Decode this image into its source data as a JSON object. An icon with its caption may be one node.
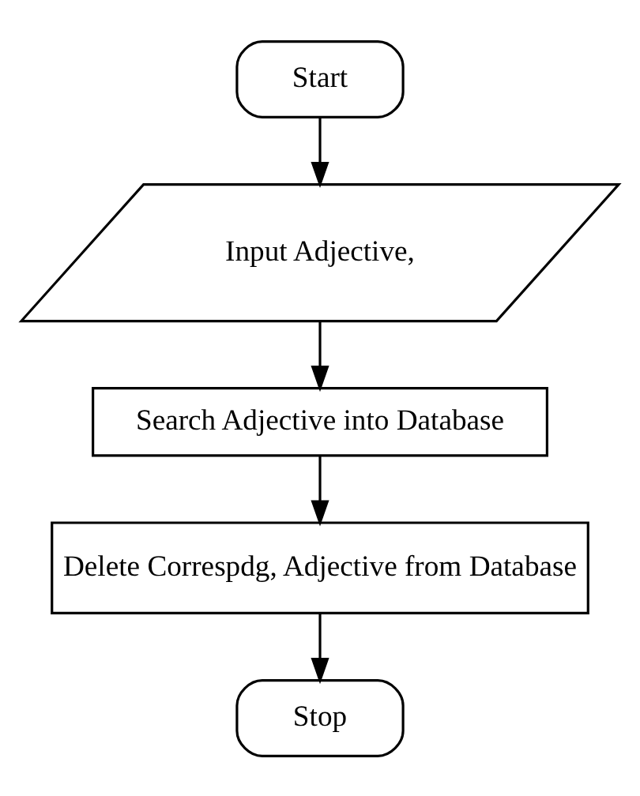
{
  "diagram": {
    "nodes": [
      {
        "text": [
          "Start"
        ]
      },
      {
        "text": [
          "Input Adjective,"
        ]
      },
      {
        "text": [
          "Search Adjective into Database"
        ]
      },
      {
        "text": [
          "Delete Correspdg, Adjective from Database"
        ]
      },
      {
        "text": [
          "Stop"
        ]
      }
    ],
    "edges": [
      {
        "from": 0,
        "to": 1,
        "arrow": "to"
      },
      {
        "from": 1,
        "to": 2,
        "arrow": "to"
      },
      {
        "from": 2,
        "to": 3,
        "arrow": "to"
      },
      {
        "from": 3,
        "to": 4,
        "arrow": "to"
      }
    ]
  }
}
